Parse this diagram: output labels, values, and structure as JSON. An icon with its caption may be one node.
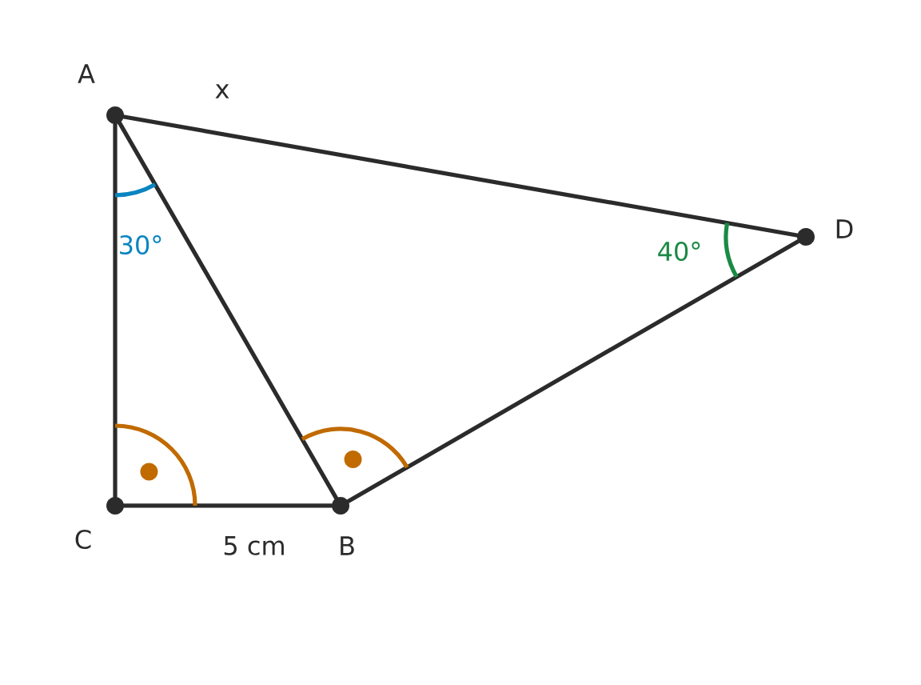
{
  "diagram": {
    "nodes": [
      {
        "text": [
          "A"
        ]
      },
      {
        "text": [
          "B"
        ]
      },
      {
        "text": [
          "C"
        ]
      },
      {
        "text": [
          "D"
        ]
      }
    ],
    "edges": [
      {
        "from": 0,
        "to": 2,
        "arrow": "none"
      },
      {
        "from": 2,
        "to": 1,
        "arrow": "none",
        "label": "5 cm"
      },
      {
        "from": 0,
        "to": 1,
        "arrow": "none"
      },
      {
        "from": 0,
        "to": 3,
        "arrow": "none",
        "label": "x"
      },
      {
        "from": 1,
        "to": 3,
        "arrow": "none"
      }
    ],
    "labels": [
      "30°",
      "40°"
    ]
  }
}
